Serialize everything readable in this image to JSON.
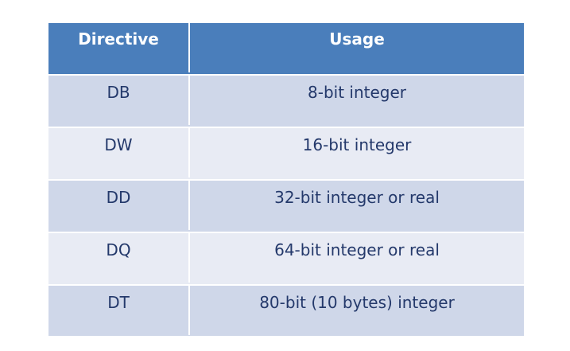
{
  "table": {
    "headers": {
      "directive": "Directive",
      "usage": "Usage"
    },
    "rows": [
      {
        "directive": "DB",
        "usage": "8-bit integer"
      },
      {
        "directive": "DW",
        "usage": "16-bit integer"
      },
      {
        "directive": "DD",
        "usage": "32-bit integer or real"
      },
      {
        "directive": "DQ",
        "usage": "64-bit integer or real"
      },
      {
        "directive": "DT",
        "usage": "80-bit (10 bytes) integer"
      }
    ]
  },
  "colors": {
    "header_bg": "#4a7ebb",
    "band_dark": "#cfd7e9",
    "band_light": "#e8ebf4",
    "text": "#24396b"
  }
}
